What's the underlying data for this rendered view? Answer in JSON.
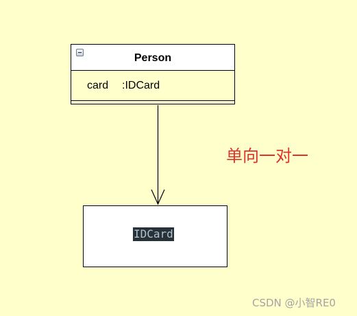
{
  "diagram": {
    "source_class": {
      "name": "Person",
      "attributes": [
        {
          "name": "card",
          "type": ":IDCard"
        }
      ]
    },
    "target_class": {
      "name": "IDCard"
    },
    "relationship": {
      "type": "directed-association",
      "label": "单向一对一"
    }
  },
  "colors": {
    "background": "#ffffcc",
    "annotation": "#e0322c",
    "target_label_bg": "#263238",
    "target_label_fg": "#b4c0cc",
    "watermark": "#a3a3a3"
  },
  "icons": {
    "collapse": "collapse-minus-icon"
  },
  "watermark": "CSDN @小智RE0"
}
